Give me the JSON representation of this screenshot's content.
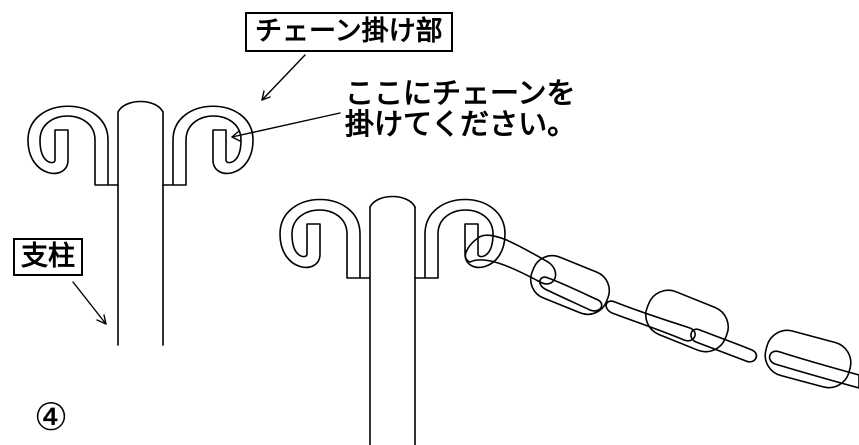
{
  "labels": {
    "chain_hook_part": "チェーン掛け部",
    "post": "支柱",
    "instruction_line1": "ここにチェーンを",
    "instruction_line2": "掛けてください。",
    "step_number": "④"
  },
  "colors": {
    "line": "#000000",
    "background": "#ffffff"
  }
}
